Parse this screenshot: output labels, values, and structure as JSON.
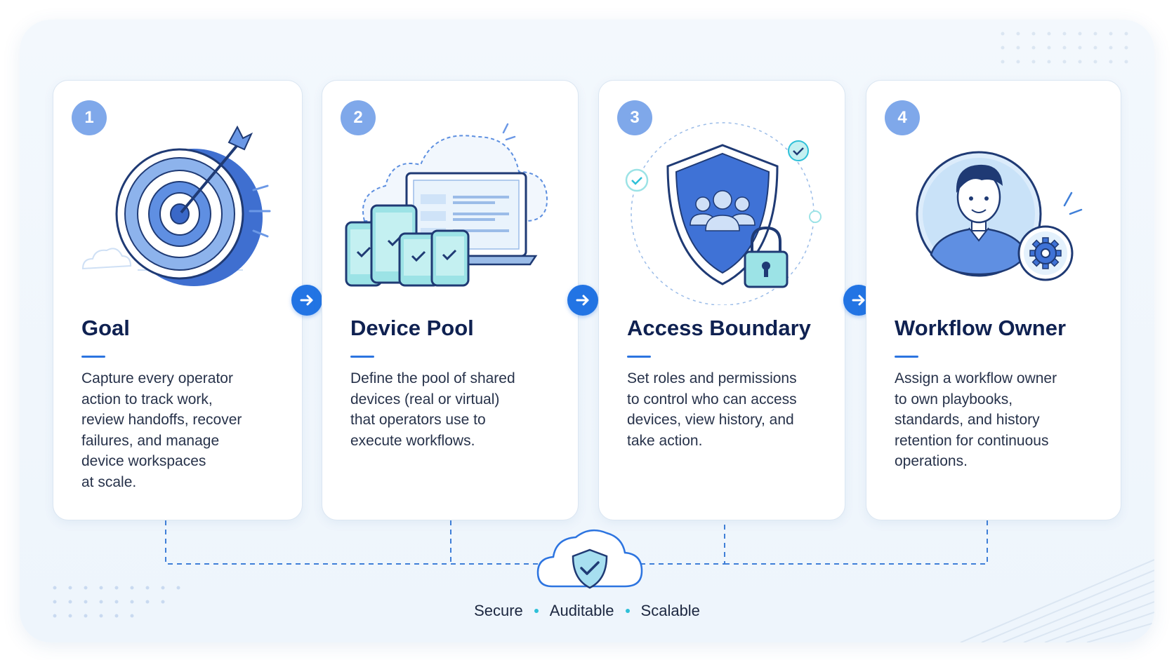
{
  "cards": [
    {
      "number": "1",
      "title": "Goal",
      "description": [
        "Capture every operator",
        "action to track work,",
        "review handoffs, recover",
        "failures, and manage",
        "device workspaces",
        "at scale."
      ],
      "illustration": "target-icon"
    },
    {
      "number": "2",
      "title": "Device Pool",
      "description": [
        "Define the pool of shared",
        "devices (real or virtual)",
        "that operators use to",
        "execute workflows."
      ],
      "illustration": "devices-icon"
    },
    {
      "number": "3",
      "title": "Access Boundary",
      "description": [
        "Set roles and permissions",
        "to control who can access",
        "devices, view history, and",
        "take action."
      ],
      "illustration": "shield-lock-icon"
    },
    {
      "number": "4",
      "title": "Workflow Owner",
      "description": [
        "Assign a workflow owner",
        "to own playbooks,",
        "standards, and history",
        "retention for continuous",
        "operations."
      ],
      "illustration": "person-gear-icon"
    }
  ],
  "footer": {
    "tags": [
      "Secure",
      "Auditable",
      "Scalable"
    ],
    "icon": "cloud-shield-icon"
  },
  "colors": {
    "accent": "#2274e4",
    "badge": "#7fa8ea",
    "title": "#0f2151",
    "teal": "#2ec0d8"
  }
}
